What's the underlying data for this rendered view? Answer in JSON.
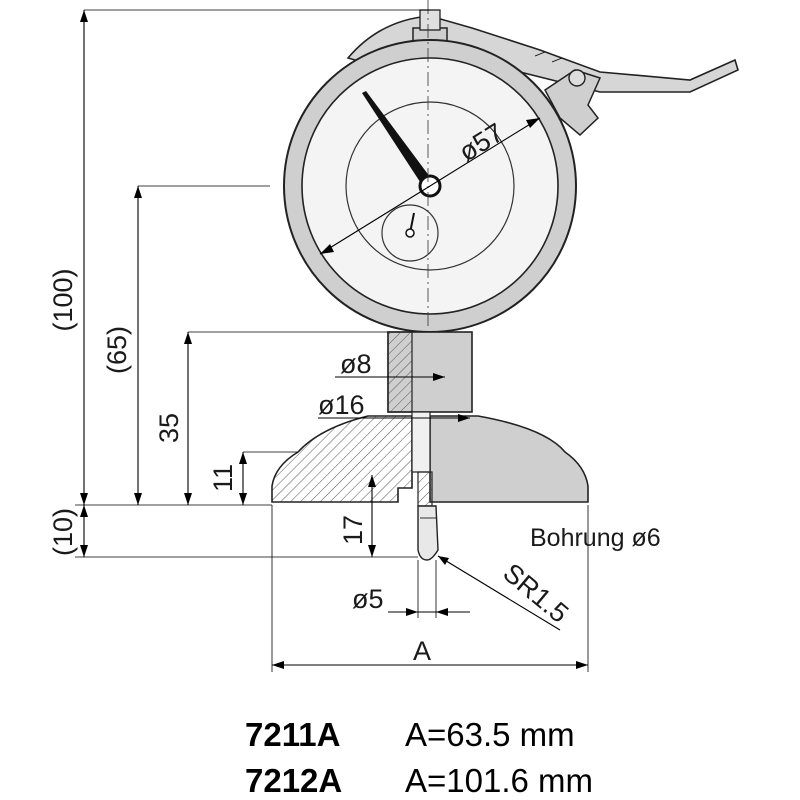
{
  "diagram": {
    "labels": {
      "dial_diameter": "ø57",
      "overall_height": "(100)",
      "dial_center_height": "(65)",
      "stem_height": "35",
      "base_height": "11",
      "bottom_offset": "(10)",
      "stem_diameter": "ø8",
      "collar_diameter": "ø16",
      "plunger_travel": "17",
      "bore_note": "Bohrung ø6",
      "tip_diameter": "ø5",
      "tip_radius": "SR1.5",
      "base_width": "A"
    },
    "models": [
      {
        "code": "7211A",
        "spec": "A=63.5 mm"
      },
      {
        "code": "7212A",
        "spec": "A=101.6 mm"
      }
    ]
  }
}
